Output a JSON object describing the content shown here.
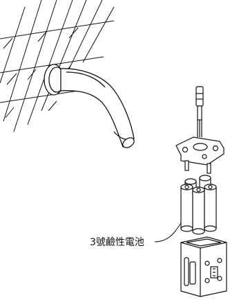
{
  "figure": {
    "callout_label": "3號鹼性電池"
  },
  "parts": [
    "wall-tile-grid",
    "faucet-spout",
    "solenoid-valve-plate",
    "aa-batteries",
    "battery-holder-box"
  ],
  "colors": {
    "line": "#111111",
    "background": "#ffffff"
  }
}
